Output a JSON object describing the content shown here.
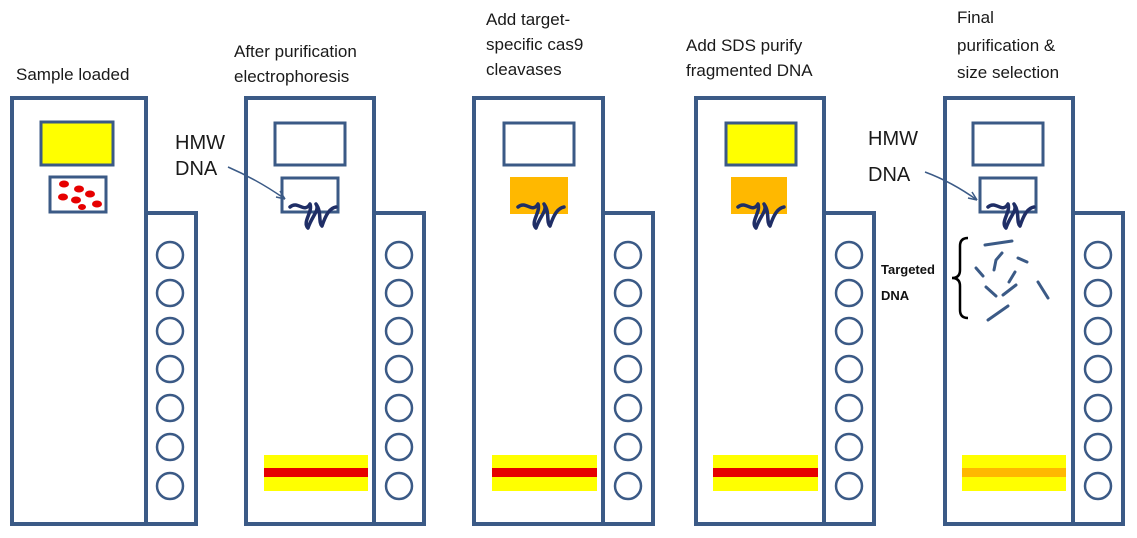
{
  "colors": {
    "outline": "#3b5a86",
    "yellow": "#ffff00",
    "red": "#e60000",
    "orange": "#ffb800",
    "dna": "#1f2e66"
  },
  "panels": [
    {
      "caption": [
        "Sample loaded"
      ]
    },
    {
      "caption": [
        "After purification",
        "electrophoresis"
      ],
      "label": [
        "HMW",
        "DNA"
      ]
    },
    {
      "caption": [
        "Add target-",
        "specific cas9",
        "cleavases"
      ]
    },
    {
      "caption": [
        "Add SDS purify",
        "fragmented DNA"
      ]
    },
    {
      "caption": [
        "Final",
        "purification &",
        "size selection"
      ],
      "label": [
        "HMW",
        "DNA"
      ],
      "targeted": [
        "Targeted",
        "DNA"
      ]
    }
  ]
}
